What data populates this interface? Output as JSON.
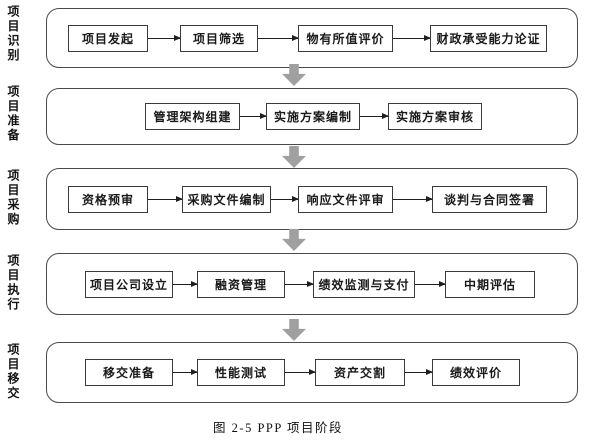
{
  "figure": {
    "caption": "图 2-5 PPP 项目阶段"
  },
  "stages": [
    {
      "label": "项目识别",
      "steps": [
        "项目发起",
        "项目筛选",
        "物有所值评价",
        "财政承受能力论证"
      ]
    },
    {
      "label": "项目准备",
      "steps": [
        "管理架构组建",
        "实施方案编制",
        "实施方案审核"
      ]
    },
    {
      "label": "项目采购",
      "steps": [
        "资格预审",
        "采购文件编制",
        "响应文件评审",
        "谈判与合同签署"
      ]
    },
    {
      "label": "项目执行",
      "steps": [
        "项目公司设立",
        "融资管理",
        "绩效监测与支付",
        "中期评估"
      ]
    },
    {
      "label": "项目移交",
      "steps": [
        "移交准备",
        "性能测试",
        "资产交割",
        "绩效评价"
      ]
    }
  ],
  "colors": {
    "background": "#ffffff",
    "box_border": "#3a3a3a",
    "frame_border": "#4a4a4a",
    "connector": "#1f1f1f",
    "big_arrow": "#a0a0a0",
    "text": "#1a1a1a"
  },
  "icons": {
    "flow_connector": "right-arrow",
    "stage_transition": "down-block-arrow"
  }
}
